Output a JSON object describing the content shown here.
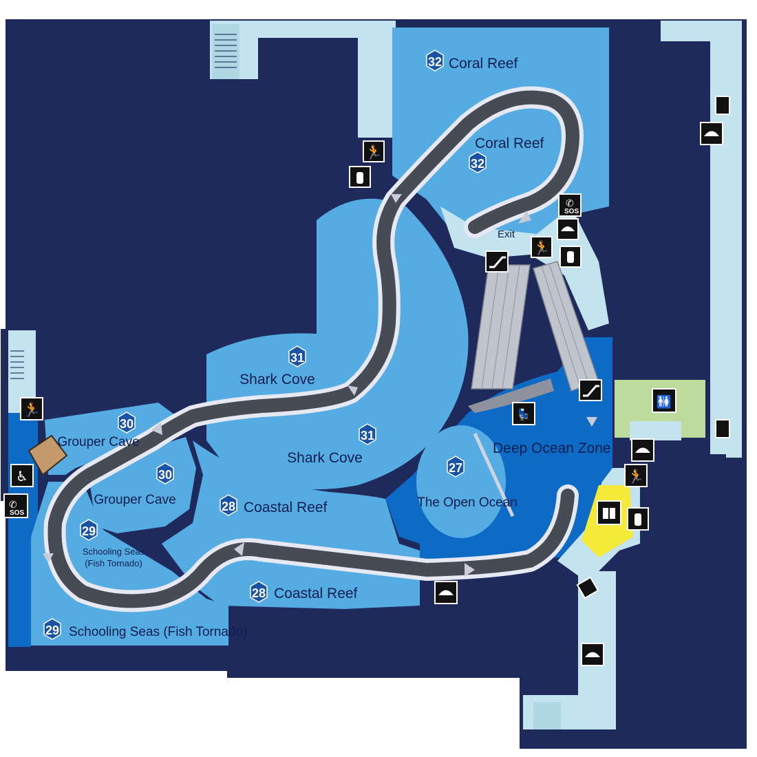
{
  "map": {
    "colors": {
      "wall": "#1f2a5c",
      "zone_light": "#55ace2",
      "zone_deep": "#0d6bc6",
      "corridor": "#c3e4ee",
      "path": "#474b55",
      "path_edge": "#e6e8f4",
      "restroom": "#bcdb9a",
      "gift_shop": "#f5ea3a",
      "badge": "#1a52a6"
    },
    "zones": [
      {
        "id": "32",
        "name": "Coral Reef"
      },
      {
        "id": "32",
        "name": "Coral Reef"
      },
      {
        "id": "31",
        "name": "Shark Cove"
      },
      {
        "id": "31",
        "name": "Shark Cove"
      },
      {
        "id": "30",
        "name": "Grouper Cave"
      },
      {
        "id": "30",
        "name": "Grouper Cave"
      },
      {
        "id": "29",
        "name": "Schooling Seas",
        "sub": "(Fish Tornado)"
      },
      {
        "id": "29",
        "name": "Schooling Seas (Fish Tornado)"
      },
      {
        "id": "28",
        "name": "Coastal Reef"
      },
      {
        "id": "28",
        "name": "Coastal Reef"
      },
      {
        "id": "27",
        "name": "The Open Ocean"
      }
    ],
    "deep_ocean_label": "Deep Ocean Zone",
    "exit_label": "Exit",
    "icons": [
      "emergency-exit-icon",
      "fire-extinguisher-icon",
      "sos-phone-icon",
      "shower-icon",
      "escalator-icon",
      "restroom-icon",
      "gift-shop-icon",
      "wheelchair-icon",
      "priority-seat-icon",
      "phone-icon"
    ]
  }
}
